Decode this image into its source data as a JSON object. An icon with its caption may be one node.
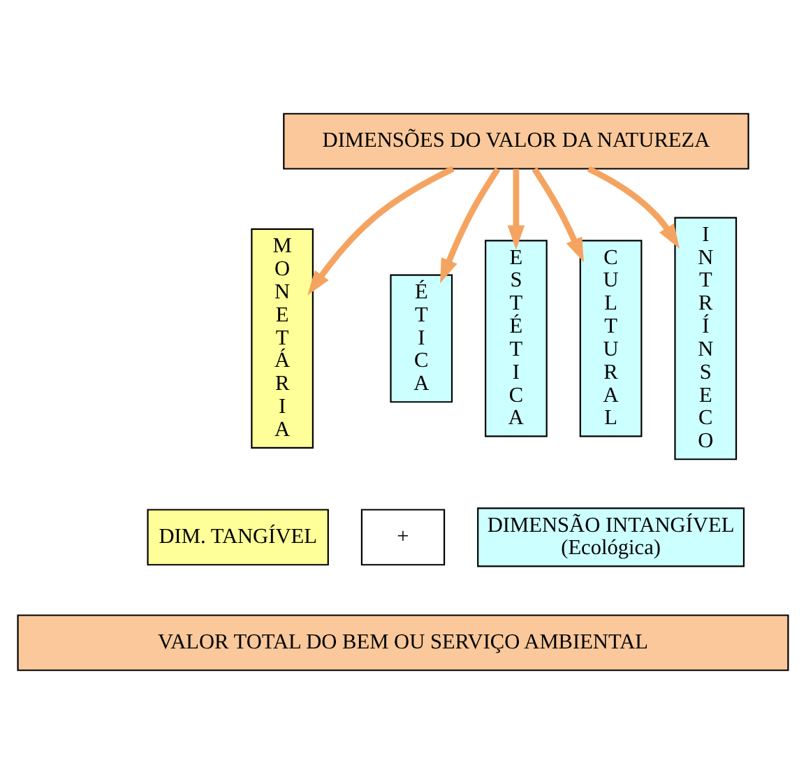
{
  "diagram": {
    "nodes": [
      {
        "text": [
          "DIMENSÕES DO VALOR DA NATUREZA"
        ]
      },
      {
        "text": [
          "MONETÁRIA"
        ]
      },
      {
        "text": [
          "ÉTICA"
        ]
      },
      {
        "text": [
          "ESTÉTICA"
        ]
      },
      {
        "text": [
          "CULTURAL"
        ]
      },
      {
        "text": [
          "INTRÍNSECO"
        ]
      },
      {
        "text": [
          "DIM. TANGÍVEL"
        ]
      },
      {
        "text": [
          "+"
        ]
      },
      {
        "text": [
          "DIMENSÃO INTANGÍVEL",
          "(Ecológica)"
        ]
      },
      {
        "text": [
          "VALOR TOTAL DO BEM OU SERVIÇO AMBIENTAL"
        ]
      }
    ],
    "edges": [
      {
        "from": 0,
        "to": 1,
        "arrow": "to"
      },
      {
        "from": 0,
        "to": 2,
        "arrow": "to"
      },
      {
        "from": 0,
        "to": 3,
        "arrow": "to"
      },
      {
        "from": 0,
        "to": 4,
        "arrow": "to"
      },
      {
        "from": 0,
        "to": 5,
        "arrow": "to"
      }
    ]
  }
}
